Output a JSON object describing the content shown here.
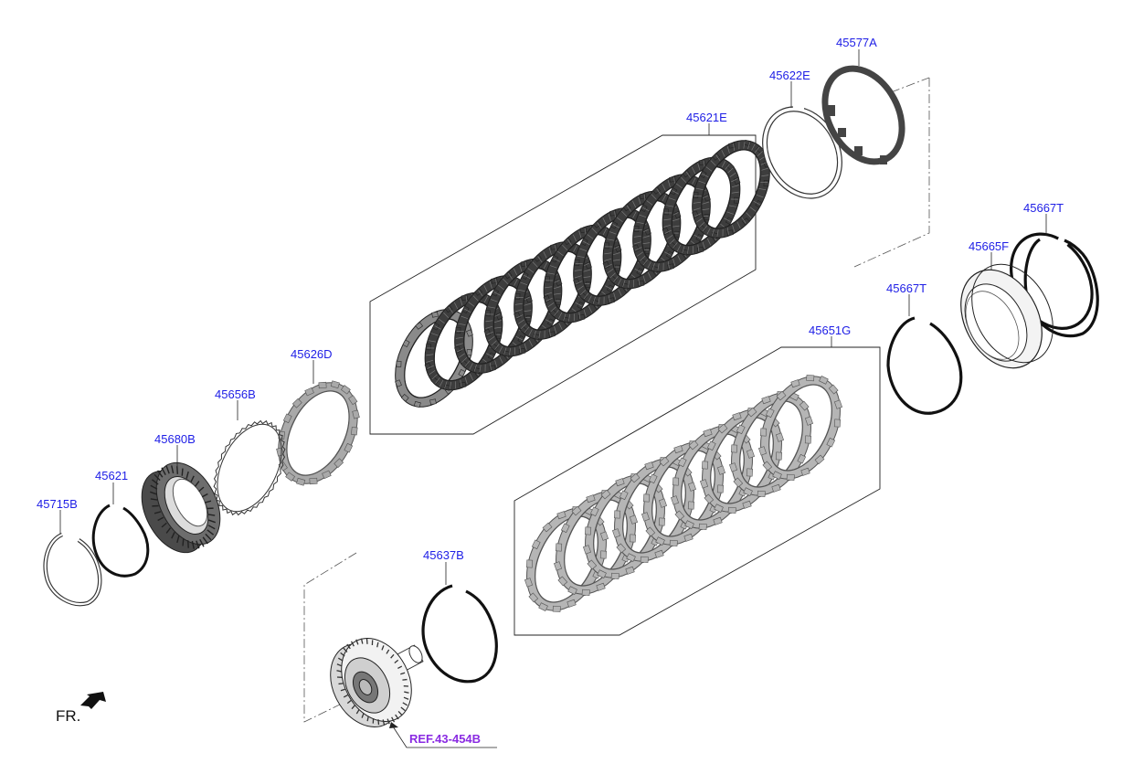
{
  "colors": {
    "label": "#1e1ee6",
    "reference": "#8a2be2",
    "line": "#222222"
  },
  "labels": {
    "p45577A": "45577A",
    "p45622E": "45622E",
    "p45621E": "45621E",
    "p45667T_top": "45667T",
    "p45665F": "45665F",
    "p45667T": "45667T",
    "p45651G": "45651G",
    "p45626D": "45626D",
    "p45656B": "45656B",
    "p45680B": "45680B",
    "p45621": "45621",
    "p45715B": "45715B",
    "p45637B": "45637B"
  },
  "reference": "REF.43-454B",
  "front_marker": "FR.",
  "icons": [
    "front-arrow-icon"
  ]
}
